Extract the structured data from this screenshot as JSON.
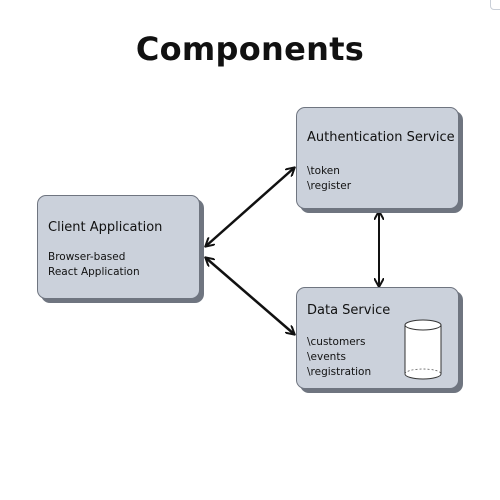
{
  "title": "Components",
  "nodes": {
    "client": {
      "title": "Client Application",
      "lines": [
        "Browser-based",
        "React Application"
      ]
    },
    "auth": {
      "title": "Authentication Service",
      "lines": [
        "\\token",
        "\\register"
      ]
    },
    "data": {
      "title": "Data Service",
      "lines": [
        "\\customers",
        "\\events",
        "\\registration"
      ],
      "icon": "database-cylinder-icon"
    }
  },
  "edges": [
    {
      "from": "client",
      "to": "auth",
      "direction": "bidirectional"
    },
    {
      "from": "client",
      "to": "data",
      "direction": "bidirectional"
    },
    {
      "from": "auth",
      "to": "data",
      "direction": "bidirectional"
    }
  ],
  "colors": {
    "box_fill": "#cbd1db",
    "box_border": "#6f7580",
    "arrow": "#111111"
  }
}
